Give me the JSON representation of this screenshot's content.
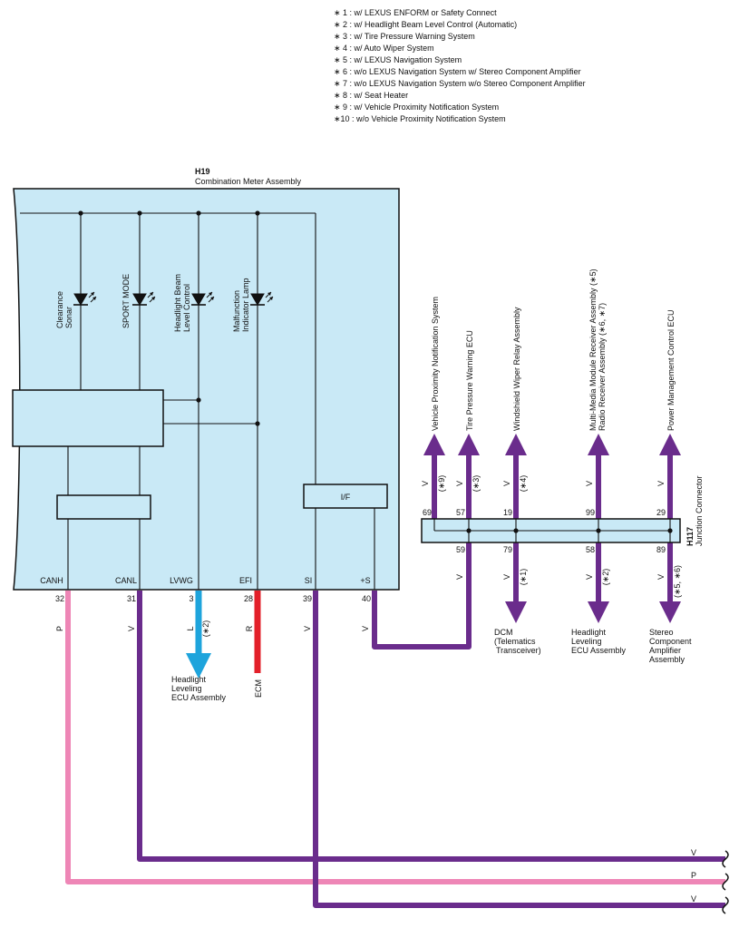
{
  "notes": [
    "∗ 1 : w/ LEXUS ENFORM or Safety Connect",
    "∗ 2 : w/ Headlight Beam Level Control (Automatic)",
    "∗ 3 : w/ Tire Pressure Warning System",
    "∗ 4 : w/ Auto Wiper System",
    "∗ 5 : w/ LEXUS Navigation System",
    "∗ 6 : w/o LEXUS Navigation System w/ Stereo Component Amplifier",
    "∗ 7 : w/o LEXUS Navigation System w/o Stereo Component Amplifier",
    "∗ 8 : w/ Seat Heater",
    "∗ 9 : w/ Vehicle Proximity Notification System",
    "∗10 : w/o Vehicle Proximity Notification System"
  ],
  "meter": {
    "code": "H19",
    "name": "Combination Meter Assembly"
  },
  "indicators": [
    {
      "line1": "Clearance",
      "line2": "Sonar"
    },
    {
      "line1": "SPORT MODE",
      "line2": ""
    },
    {
      "line1": "Headlight Beam",
      "line2": "Level Control"
    },
    {
      "line1": "Malfunction",
      "line2": "Indicator Lamp"
    }
  ],
  "if_label": "I/F",
  "terminals": [
    {
      "name": "CANH",
      "pin": "32",
      "wire": "P",
      "note": ""
    },
    {
      "name": "CANL",
      "pin": "31",
      "wire": "V",
      "note": ""
    },
    {
      "name": "LVWG",
      "pin": "3",
      "wire": "L",
      "note": "(∗2)"
    },
    {
      "name": "EFI",
      "pin": "28",
      "wire": "R",
      "note": ""
    },
    {
      "name": "SI",
      "pin": "39",
      "wire": "V",
      "note": ""
    },
    {
      "name": "+S",
      "pin": "40",
      "wire": "V",
      "note": ""
    }
  ],
  "meter_destinations": {
    "lvwg_line1": "Headlight",
    "lvwg_line2": "Leveling",
    "lvwg_line3": "ECU Assembly",
    "efi": "ECM"
  },
  "junction": {
    "code": "H117",
    "name": "Junction Connector"
  },
  "junction_top": [
    {
      "pin": "69",
      "wire": "V",
      "note": "(∗9)",
      "dest1": "Vehicle Proximity Notification System",
      "dest2": ""
    },
    {
      "pin": "57",
      "wire": "V",
      "note": "(∗3)",
      "dest1": "Tire Pressure Warning ECU",
      "dest2": ""
    },
    {
      "pin": "19",
      "wire": "V",
      "note": "(∗4)",
      "dest1": "Windshield Wiper Relay Assembly",
      "dest2": ""
    },
    {
      "pin": "99",
      "wire": "V",
      "note": "",
      "dest1": "Multi-Media Module Receiver Assembly (∗5)",
      "dest2": "Radio Receiver Assembly (∗6, ∗7)"
    },
    {
      "pin": "29",
      "wire": "V",
      "note": "",
      "dest1": "Power Management Control ECU",
      "dest2": ""
    }
  ],
  "junction_bottom": [
    {
      "pin": "59",
      "wire": "V",
      "note": "",
      "dest": []
    },
    {
      "pin": "79",
      "wire": "V",
      "note": "(∗1)",
      "dest": [
        "DCM",
        "(Telematics",
        "Transceiver)"
      ]
    },
    {
      "pin": "58",
      "wire": "V",
      "note": "(∗2)",
      "dest": [
        "Headlight",
        "Leveling",
        "ECU Assembly"
      ]
    },
    {
      "pin": "89",
      "wire": "V",
      "note": "(∗5, ∗6)",
      "dest": [
        "Stereo",
        "Component",
        "Amplifier",
        "Assembly"
      ]
    }
  ],
  "bus_labels": [
    "V",
    "P",
    "V"
  ],
  "colors": {
    "V": "#6a2c8c",
    "P": "#ee86b6",
    "L": "#1ea4dc",
    "R": "#e3202a",
    "box_fill": "#c9e9f6",
    "outline": "#111111"
  }
}
